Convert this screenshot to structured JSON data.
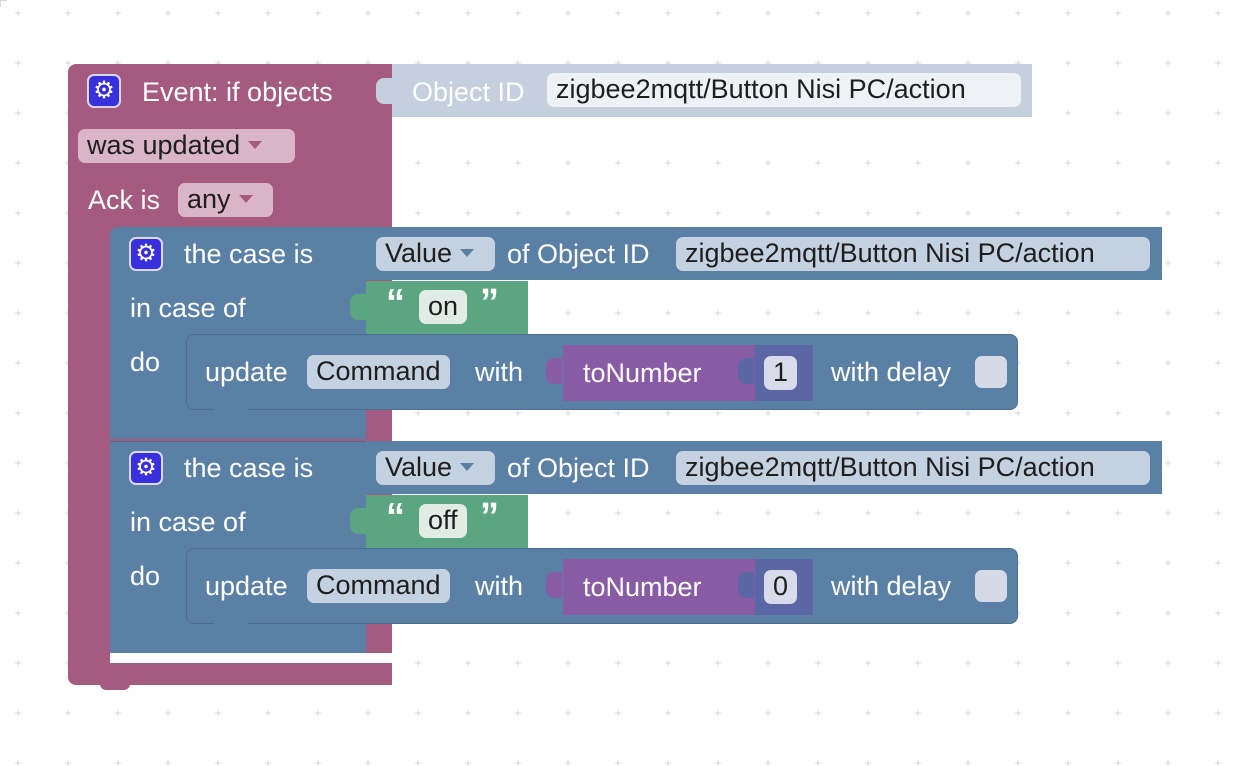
{
  "colors": {
    "event_block": "#a55b80",
    "event_field": "#d9b5c7",
    "case_block": "#5b80a5",
    "case_field": "#c4d1e0",
    "string_block": "#5ba580",
    "convert_block": "#8a5ba5",
    "number_block": "#5b67a5",
    "objid_block": "#c4d0de",
    "grid_dot": "#d8d8d8",
    "settings_icon_bg": "#3a2fdc"
  },
  "event": {
    "title": "Event: if objects",
    "trigger_value": "was updated",
    "ack_label": "Ack is",
    "ack_value": "any",
    "settings_icon": "gear-icon"
  },
  "object_id_block": {
    "label": "Object ID",
    "value": "zigbee2mqtt/Button Nisi PC/action"
  },
  "cases": [
    {
      "label": "the case is",
      "attr_value": "Value",
      "of_label": "of Object ID",
      "object_id": "zigbee2mqtt/Button Nisi PC/action",
      "in_case_label": "in case of",
      "string_value": "on",
      "quote_open": "“",
      "quote_close": "”",
      "do_label": "do",
      "update": {
        "label": "update",
        "target": "Command",
        "with_label": "with",
        "func": "toNumber",
        "number": "1",
        "delay_label": "with delay"
      }
    },
    {
      "label": "the case is",
      "attr_value": "Value",
      "of_label": "of Object ID",
      "object_id": "zigbee2mqtt/Button Nisi PC/action",
      "in_case_label": "in case of",
      "string_value": "off",
      "quote_open": "“",
      "quote_close": "”",
      "do_label": "do",
      "update": {
        "label": "update",
        "target": "Command",
        "with_label": "with",
        "func": "toNumber",
        "number": "0",
        "delay_label": "with delay"
      }
    }
  ]
}
